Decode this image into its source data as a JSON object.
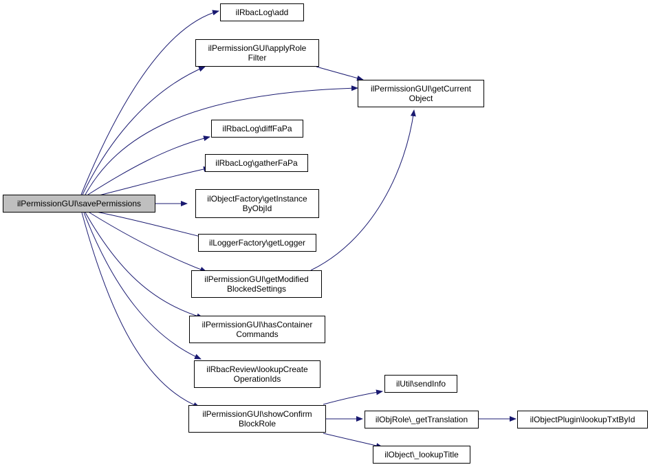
{
  "diagram": {
    "edge_color": "#191970",
    "root_fill": "#bfbfbf",
    "nodes": {
      "save_permissions": [
        "ilPermissionGUI\\savePermissions"
      ],
      "rbac_add": [
        "ilRbacLog\\add"
      ],
      "apply_role_filter": [
        "ilPermissionGUI\\applyRole",
        "Filter"
      ],
      "get_current_object": [
        "ilPermissionGUI\\getCurrent",
        "Object"
      ],
      "diff_fa_pa": [
        "ilRbacLog\\diffFaPa"
      ],
      "gather_fa_pa": [
        "ilRbacLog\\gatherFaPa"
      ],
      "get_instance_by_obj_id": [
        "ilObjectFactory\\getInstance",
        "ByObjId"
      ],
      "get_logger": [
        "ilLoggerFactory\\getLogger"
      ],
      "get_modified_blocked_settings": [
        "ilPermissionGUI\\getModified",
        "BlockedSettings"
      ],
      "has_container_commands": [
        "ilPermissionGUI\\hasContainer",
        "Commands"
      ],
      "lookup_create_operation_ids": [
        "ilRbacReview\\lookupCreate",
        "OperationIds"
      ],
      "show_confirm_block_role": [
        "ilPermissionGUI\\showConfirm",
        "BlockRole"
      ],
      "send_info": [
        "ilUtil\\sendInfo"
      ],
      "get_translation": [
        "ilObjRole\\_getTranslation"
      ],
      "lookup_title": [
        "ilObject\\_lookupTitle"
      ],
      "lookup_txt_by_id": [
        "ilObjectPlugin\\lookupTxtById"
      ]
    },
    "edges": [
      [
        "save_permissions",
        "rbac_add"
      ],
      [
        "save_permissions",
        "apply_role_filter"
      ],
      [
        "save_permissions",
        "get_current_object"
      ],
      [
        "save_permissions",
        "diff_fa_pa"
      ],
      [
        "save_permissions",
        "gather_fa_pa"
      ],
      [
        "save_permissions",
        "get_instance_by_obj_id"
      ],
      [
        "save_permissions",
        "get_logger"
      ],
      [
        "save_permissions",
        "get_modified_blocked_settings"
      ],
      [
        "save_permissions",
        "has_container_commands"
      ],
      [
        "save_permissions",
        "lookup_create_operation_ids"
      ],
      [
        "save_permissions",
        "show_confirm_block_role"
      ],
      [
        "apply_role_filter",
        "get_current_object"
      ],
      [
        "get_modified_blocked_settings",
        "get_current_object"
      ],
      [
        "show_confirm_block_role",
        "send_info"
      ],
      [
        "show_confirm_block_role",
        "get_translation"
      ],
      [
        "show_confirm_block_role",
        "lookup_title"
      ],
      [
        "get_translation",
        "lookup_txt_by_id"
      ]
    ]
  }
}
